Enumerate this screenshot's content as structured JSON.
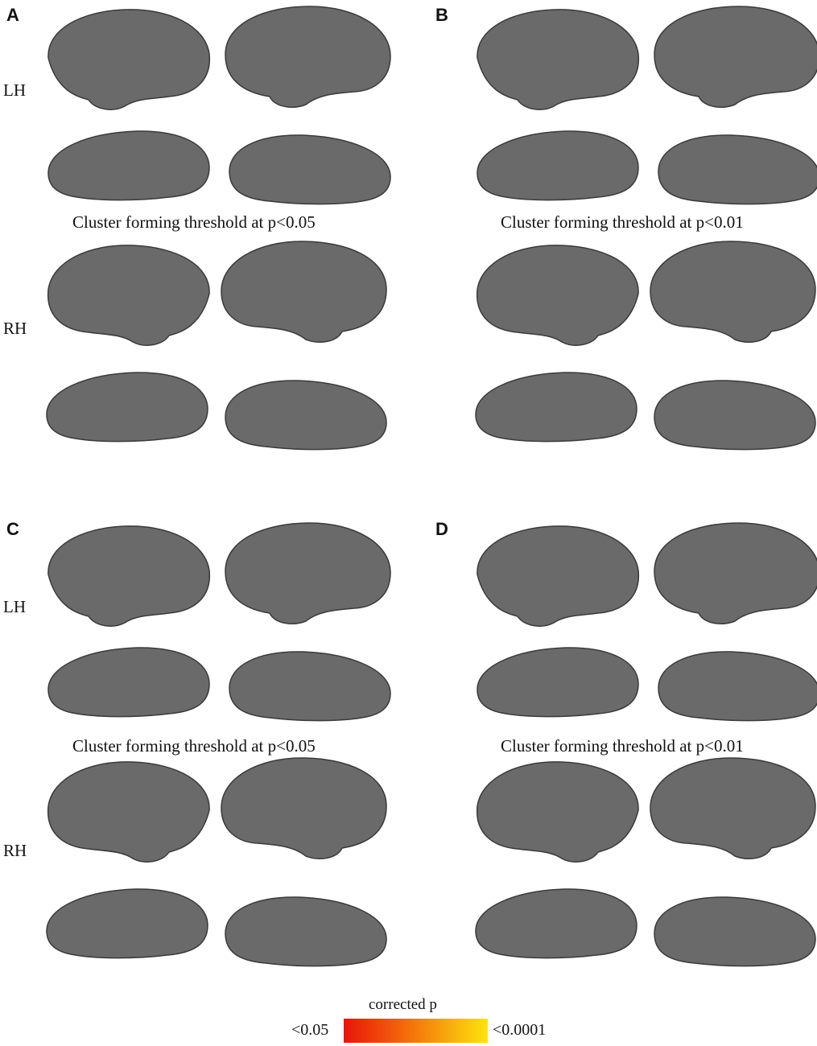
{
  "panels": {
    "A": {
      "letter": "A",
      "caption": "Cluster forming threshold at p<0.05",
      "lh": "LH",
      "rh": "RH"
    },
    "B": {
      "letter": "B",
      "caption": "Cluster forming threshold at p<0.01"
    },
    "C": {
      "letter": "C",
      "caption": "Cluster forming threshold at p<0.05",
      "lh": "LH",
      "rh": "RH"
    },
    "D": {
      "letter": "D",
      "caption": "Cluster forming threshold at p<0.01"
    }
  },
  "colorbar": {
    "title": "corrected p",
    "low_label": "<0.05",
    "high_label": "<0.0001",
    "colors": [
      "#e8150a",
      "#f79a0c",
      "#fde40e"
    ]
  },
  "colors": {
    "cortex": "#6a6a6a",
    "sulcus": "#4e4e4e",
    "cluster": "#f08a1e",
    "cluster_strong": "#b3151a"
  }
}
